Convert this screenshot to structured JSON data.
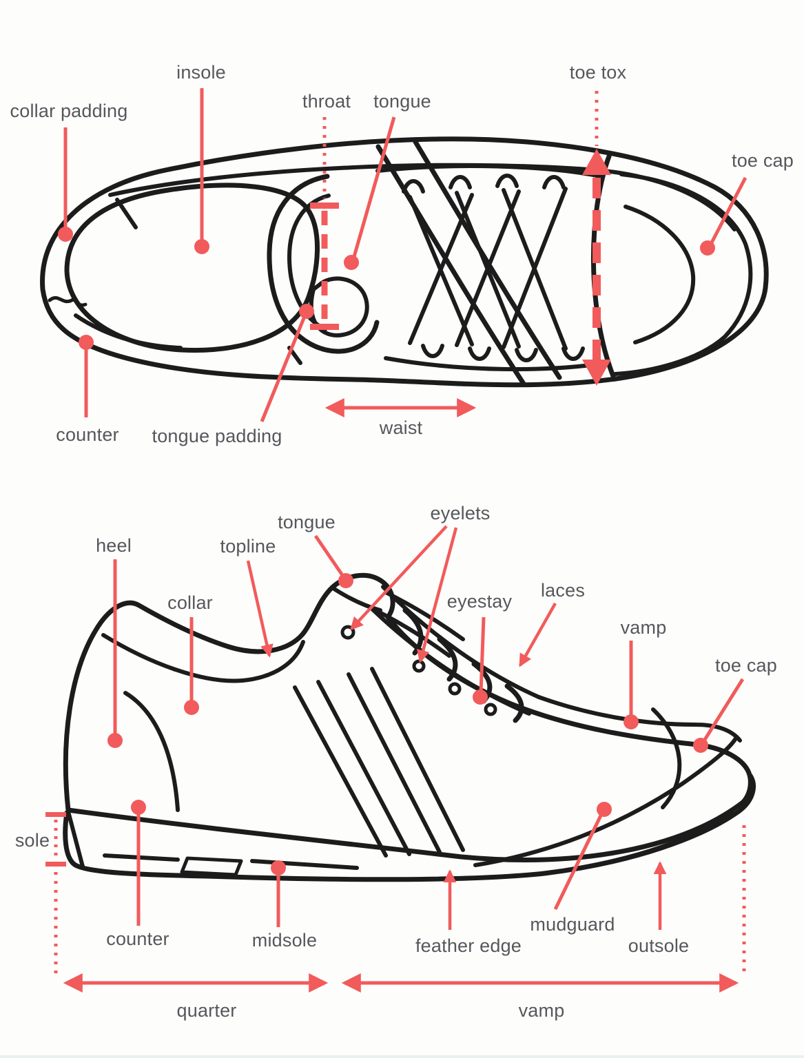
{
  "palette": {
    "accent": "#f15b5b",
    "line_art": "#1c1c1c",
    "label_text": "#56575b",
    "background": "#fdfdfc"
  },
  "top_view": {
    "labels": {
      "collar_padding": "collar padding",
      "insole": "insole",
      "throat": "throat",
      "tongue": "tongue",
      "toe_tox": "toe tox",
      "toe_cap": "toe cap",
      "counter": "counter",
      "tongue_padding": "tongue padding",
      "waist": "waist"
    }
  },
  "side_view": {
    "labels": {
      "tongue": "tongue",
      "eyelets": "eyelets",
      "topline": "topline",
      "heel": "heel",
      "collar": "collar",
      "eyestay": "eyestay",
      "laces": "laces",
      "vamp": "vamp",
      "toe_cap": "toe cap",
      "sole": "sole",
      "counter": "counter",
      "midsole": "midsole",
      "feather_edge": "feather edge",
      "mudguard": "mudguard",
      "outsole": "outsole",
      "quarter": "quarter",
      "vamp_measure": "vamp"
    }
  }
}
